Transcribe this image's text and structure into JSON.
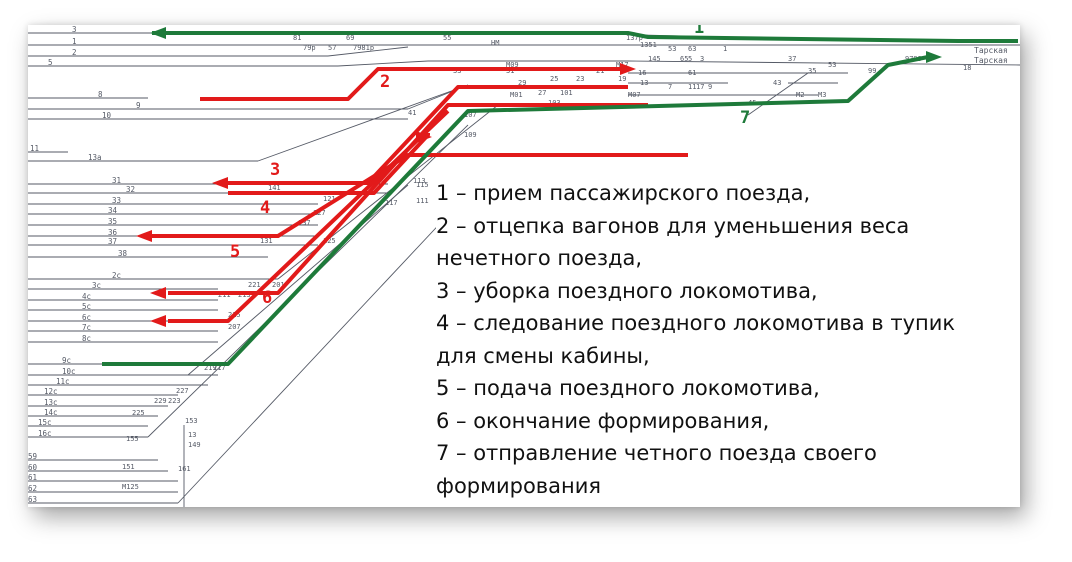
{
  "colors": {
    "track": "#555a66",
    "route_red": "#e21a1a",
    "route_green": "#1e7a3a",
    "label_red": "#d42020",
    "label_green": "#1e7a3a"
  },
  "track_labels": {
    "left": [
      "3",
      "1",
      "2",
      "5",
      "8",
      "9",
      "10",
      "11",
      "13а",
      "31",
      "32",
      "33",
      "34",
      "35",
      "36",
      "37",
      "38",
      "2с",
      "3с",
      "4с",
      "5с",
      "6с",
      "7с",
      "8с",
      "9с",
      "10с",
      "11с",
      "12с",
      "13с",
      "14с",
      "15с",
      "16с",
      "59",
      "60",
      "61",
      "62",
      "63"
    ],
    "switches": [
      "81",
      "79р",
      "69",
      "7981р",
      "57",
      "55",
      "НМ",
      "137р",
      "1351",
      "53",
      "63",
      "3",
      "1",
      "М17",
      "145",
      "65",
      "5",
      "61",
      "16",
      "13",
      "7",
      "11",
      "17",
      "9",
      "37",
      "43",
      "35",
      "53",
      "45",
      "М2",
      "М3",
      "99",
      "18",
      "9799",
      "33",
      "31",
      "М09",
      "29",
      "25",
      "23",
      "21",
      "19",
      "27",
      "101",
      "103",
      "М01",
      "М07",
      "41",
      "107",
      "109",
      "115",
      "111",
      "113",
      "117",
      "141",
      "121",
      "127",
      "137",
      "131",
      "125",
      "201",
      "211",
      "213",
      "215",
      "207",
      "221",
      "217",
      "219",
      "227",
      "223",
      "229",
      "225",
      "155",
      "153",
      "149",
      "13",
      "161",
      "151",
      "М125"
    ],
    "station": [
      "Тарская",
      "Тарская"
    ]
  },
  "route_numbers": [
    "1",
    "2",
    "3",
    "4",
    "5",
    "6",
    "7"
  ],
  "legend": [
    "1 – прием пассажирского поезда,",
    "2 – отцепка вагонов для уменьшения веса",
    "нечетного поезда,",
    "3 – уборка поездного локомотива,",
    "4 – следование поездного локомотива в тупик",
    "для смены кабины,",
    "5 – подача поездного локомотива,",
    "6 – окончание формирования,",
    "7 – отправление четного поезда своего",
    "формирования"
  ]
}
